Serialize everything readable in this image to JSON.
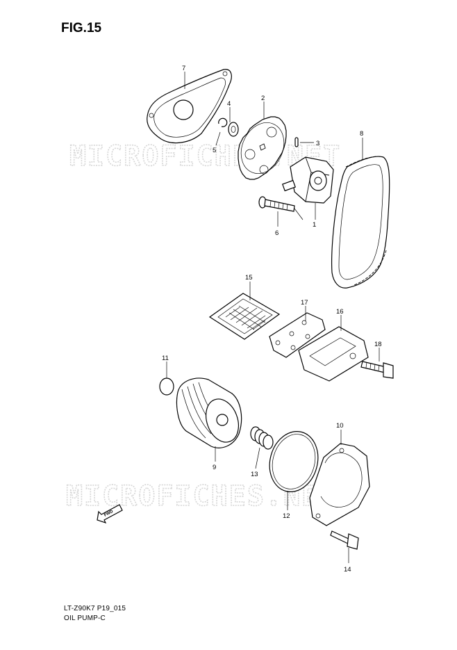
{
  "figure": {
    "title": "FIG.15",
    "code": "LT-Z90K7 P19_015",
    "name": "OIL PUMP-C",
    "watermark": "MICROFICHES.NET",
    "fwd_label": "FWD"
  },
  "callouts": [
    "7",
    "2",
    "4",
    "3",
    "8",
    "5",
    "6",
    "1",
    "15",
    "17",
    "16",
    "18",
    "11",
    "10",
    "9",
    "13",
    "12",
    "14"
  ],
  "colors": {
    "ink": "#000000",
    "watermark": "#d6d6d6",
    "background": "#ffffff"
  }
}
